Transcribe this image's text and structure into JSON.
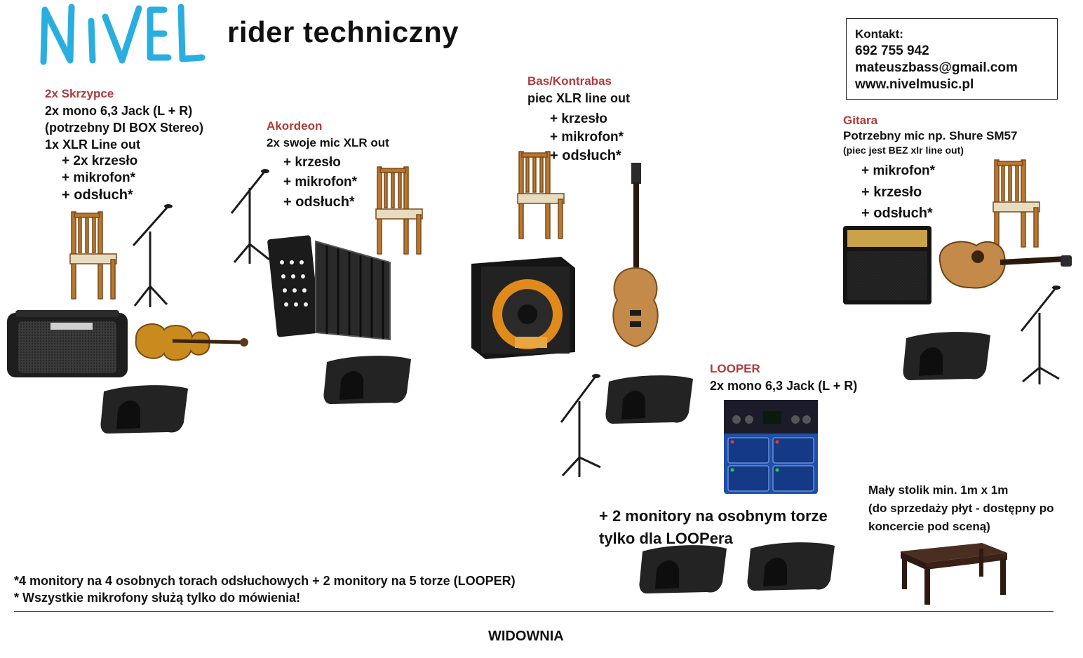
{
  "header": {
    "logo_text": "NIVEL",
    "title": "rider techniczny"
  },
  "contact": {
    "label": "Kontakt:",
    "phone": "692 755 942",
    "email": "mateuszbass@gmail.com",
    "website": "www.nivelmusic.pl"
  },
  "violin": {
    "heading": "2x Skrzypce",
    "lines": [
      "2x mono 6,3 Jack (L + R)",
      "(potrzebny DI BOX Stereo)",
      "1x XLR Line out",
      "+ 2x krzesło",
      "+ mikrofon*",
      "+ odsłuch*"
    ]
  },
  "accordion": {
    "heading": "Akordeon",
    "lines": [
      "2x swoje mic XLR out",
      "+ krzesło",
      "+ mikrofon*",
      "+ odsłuch*"
    ]
  },
  "bass": {
    "heading": "Bas/Kontrabas",
    "lines": [
      "piec XLR line out",
      "+ krzesło",
      "+ mikrofon*",
      "+ odsłuch*"
    ]
  },
  "guitar": {
    "heading": "Gitara",
    "lines": [
      "Potrzebny mic np. Shure SM57",
      "(piec jest BEZ xlr line out)",
      "+ mikrofon*",
      "+ krzesło",
      "+ odsłuch*"
    ]
  },
  "looper": {
    "heading": "LOOPER",
    "line": "2x mono 6,3 Jack (L + R)",
    "extra_monitors": [
      "+ 2 monitory na osobnym torze",
      "tylko dla LOOPera"
    ]
  },
  "table": {
    "lines": [
      "Mały stolik min. 1m x 1m",
      "(do sprzedaży płyt - dostępny po",
      "koncercie pod sceną)"
    ]
  },
  "notes": [
    "*4 monitory na 4 osobnych torach odsłuchowych  + 2 monitory na 5 torze (LOOPER)",
    "* Wszystkie mikrofony służą tylko do mówienia!"
  ],
  "audience": "WIDOWNIA",
  "colors": {
    "heading_red": "#b03a3a",
    "logo_blue": "#2aaee0",
    "equipment": "#1c1c1c",
    "wood": "#b9772f"
  }
}
